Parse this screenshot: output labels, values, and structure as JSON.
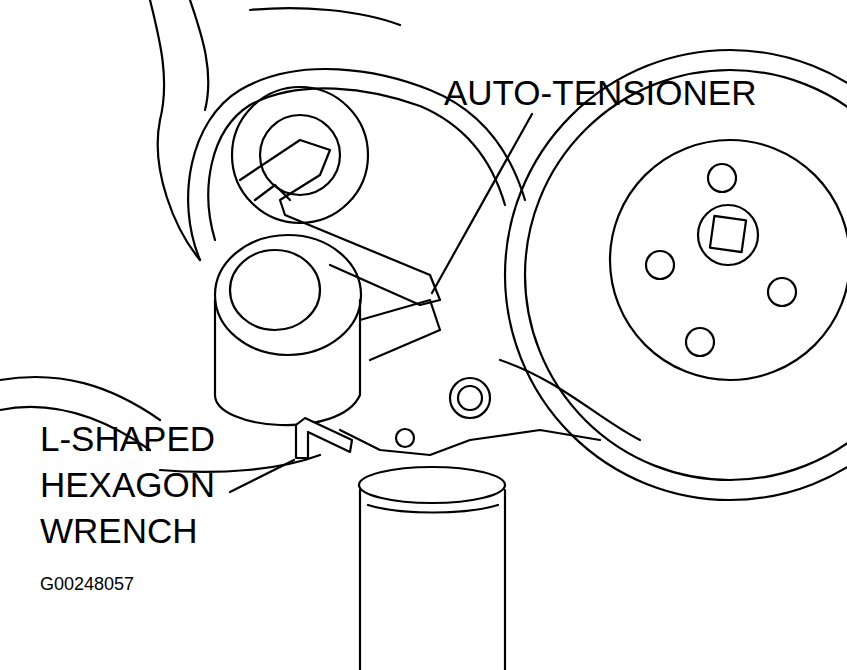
{
  "diagram": {
    "labels": [
      "AUTO-TENSIONER",
      "L-SHAPED HEXAGON WRENCH",
      "G00248057"
    ]
  }
}
